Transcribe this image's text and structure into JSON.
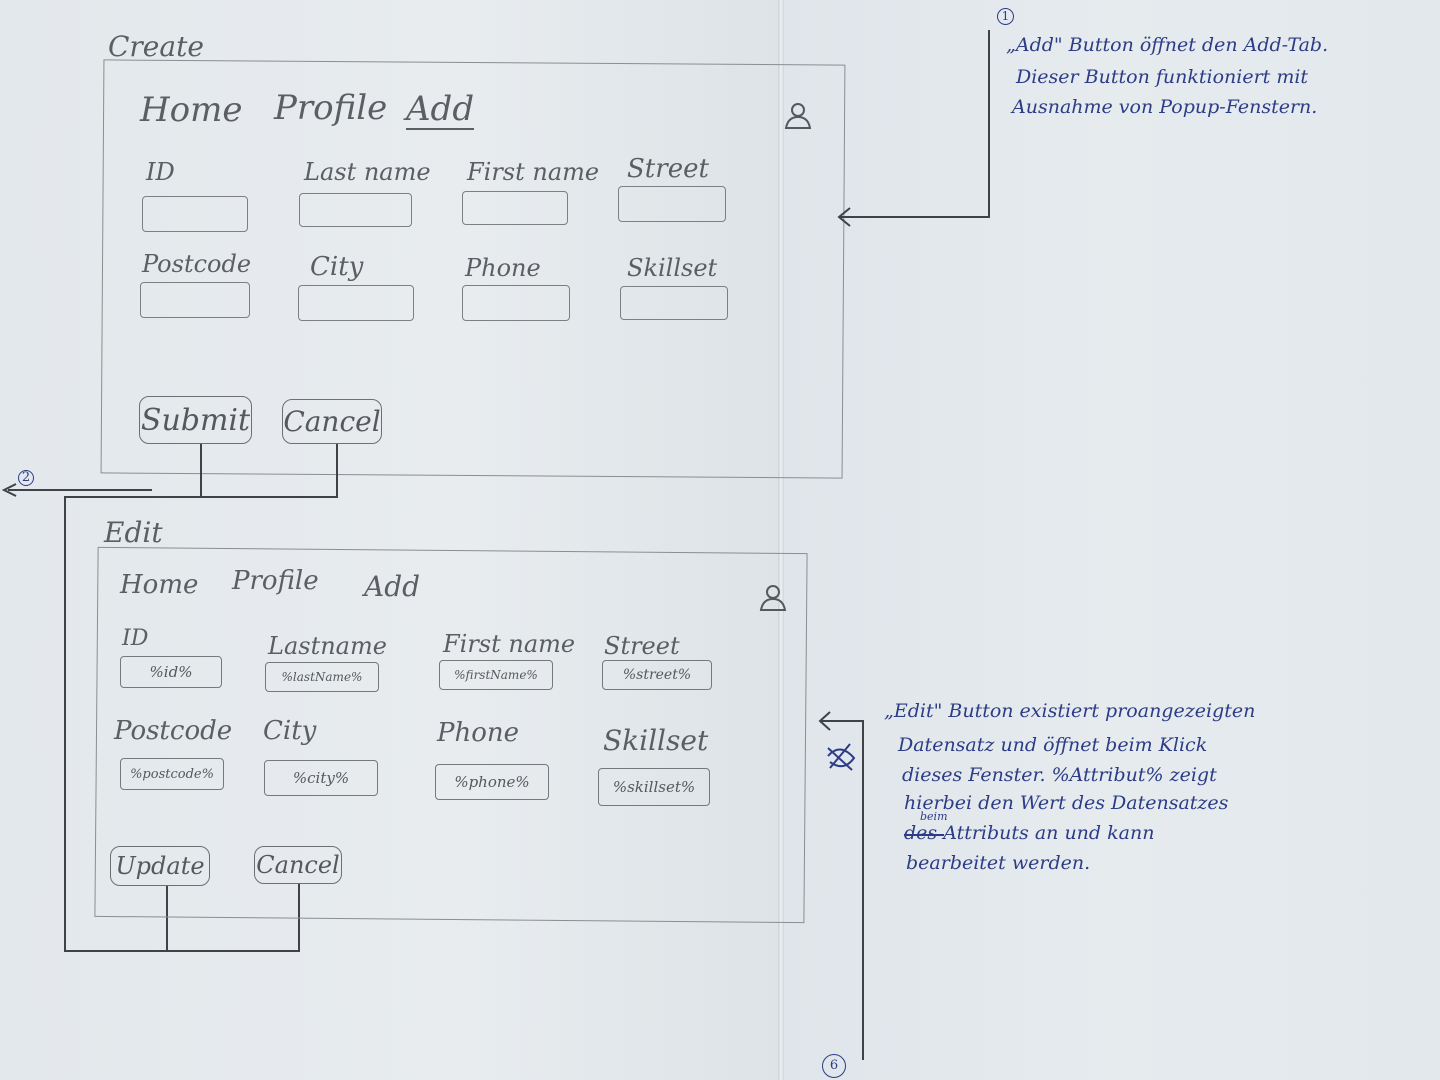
{
  "create": {
    "title": "Create",
    "nav": {
      "home": "Home",
      "profile": "Profile",
      "add": "Add"
    },
    "fields": {
      "id": "ID",
      "last_name": "Last name",
      "first_name": "First name",
      "street": "Street",
      "postcode": "Postcode",
      "city": "City",
      "phone": "Phone",
      "skillset": "Skillset"
    },
    "buttons": {
      "submit": "Submit",
      "cancel": "Cancel"
    }
  },
  "edit": {
    "title": "Edit",
    "nav": {
      "home": "Home",
      "profile": "Profile",
      "add": "Add"
    },
    "fields": {
      "id": "ID",
      "last_name": "Lastname",
      "first_name": "First name",
      "street": "Street",
      "postcode": "Postcode",
      "city": "City",
      "phone": "Phone",
      "skillset": "Skillset"
    },
    "values": {
      "id": "%id%",
      "last_name": "%lastName%",
      "first_name": "%firstName%",
      "street": "%street%",
      "postcode": "%postcode%",
      "city": "%city%",
      "phone": "%phone%",
      "skillset": "%skillset%"
    },
    "buttons": {
      "update": "Update",
      "cancel": "Cancel"
    }
  },
  "markers": {
    "one": "1",
    "two": "2",
    "six": "6"
  },
  "notes": {
    "add_note": [
      "„Add\" Button öffnet den Add-Tab.",
      "Dieser Button funktioniert mit",
      "Ausnahme von Popup-Fenstern."
    ],
    "edit_note": [
      "„Edit\" Button existiert proangezeigten",
      "Datensatz und öffnet beim Klick",
      "dieses Fenster. %Attribut% zeigt",
      "hierbei den Wert des Datensatzes",
      "des Attributs an und kann",
      "bearbeitet werden."
    ],
    "edit_note_insert": "beim"
  }
}
